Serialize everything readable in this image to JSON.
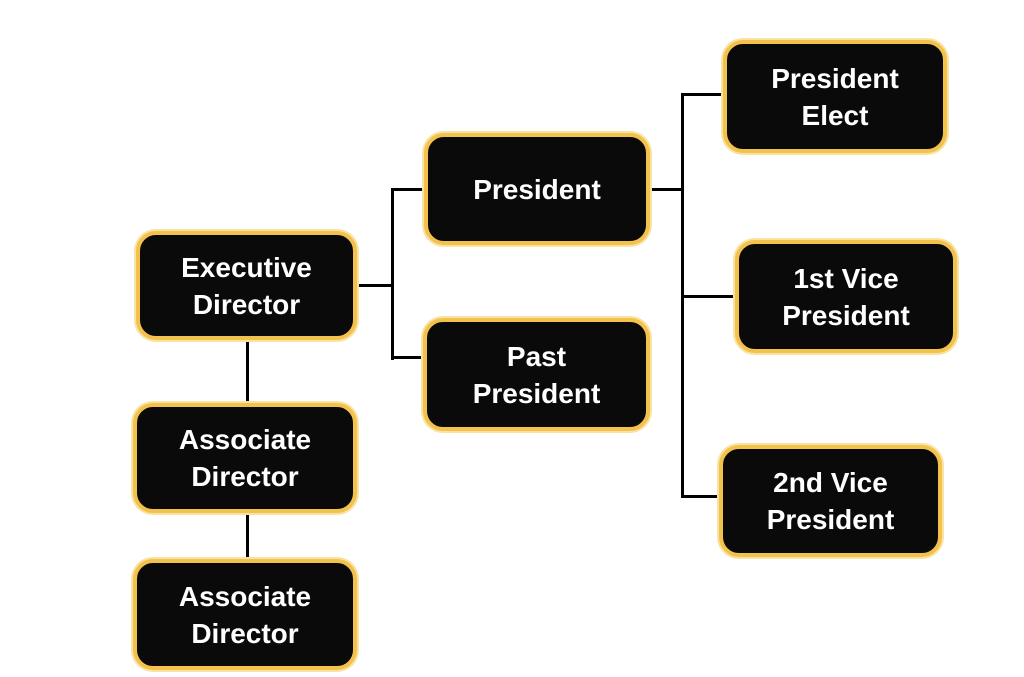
{
  "diagram": {
    "type": "org-chart",
    "background_color": "#ffffff",
    "node_fill_color": "#0a0a0a",
    "node_border_color": "#f2c24c",
    "node_border_highlight_color": "#fae3a2",
    "node_text_color": "#ffffff",
    "connector_color": "#000000",
    "nodes": [
      {
        "id": "executive-director",
        "label": "Executive Director",
        "line1": "Executive",
        "line2": "Director"
      },
      {
        "id": "associate-director-1",
        "label": "Associate Director",
        "line1": "Associate",
        "line2": "Director"
      },
      {
        "id": "associate-director-2",
        "label": "Associate Director",
        "line1": "Associate",
        "line2": "Director"
      },
      {
        "id": "president",
        "label": "President",
        "line1": "President",
        "line2": ""
      },
      {
        "id": "past-president",
        "label": "Past President",
        "line1": "Past",
        "line2": "President"
      },
      {
        "id": "president-elect",
        "label": "President Elect",
        "line1": "President",
        "line2": "Elect"
      },
      {
        "id": "first-vice-president",
        "label": "1st Vice President",
        "line1": "1st Vice",
        "line2": "President"
      },
      {
        "id": "second-vice-president",
        "label": "2nd Vice President",
        "line1": "2nd Vice",
        "line2": "President"
      }
    ],
    "edges": [
      {
        "from": "executive-director",
        "to": "president"
      },
      {
        "from": "executive-director",
        "to": "past-president"
      },
      {
        "from": "executive-director",
        "to": "associate-director-1"
      },
      {
        "from": "associate-director-1",
        "to": "associate-director-2"
      },
      {
        "from": "president",
        "to": "president-elect"
      },
      {
        "from": "president",
        "to": "first-vice-president"
      },
      {
        "from": "president",
        "to": "second-vice-president"
      }
    ]
  }
}
